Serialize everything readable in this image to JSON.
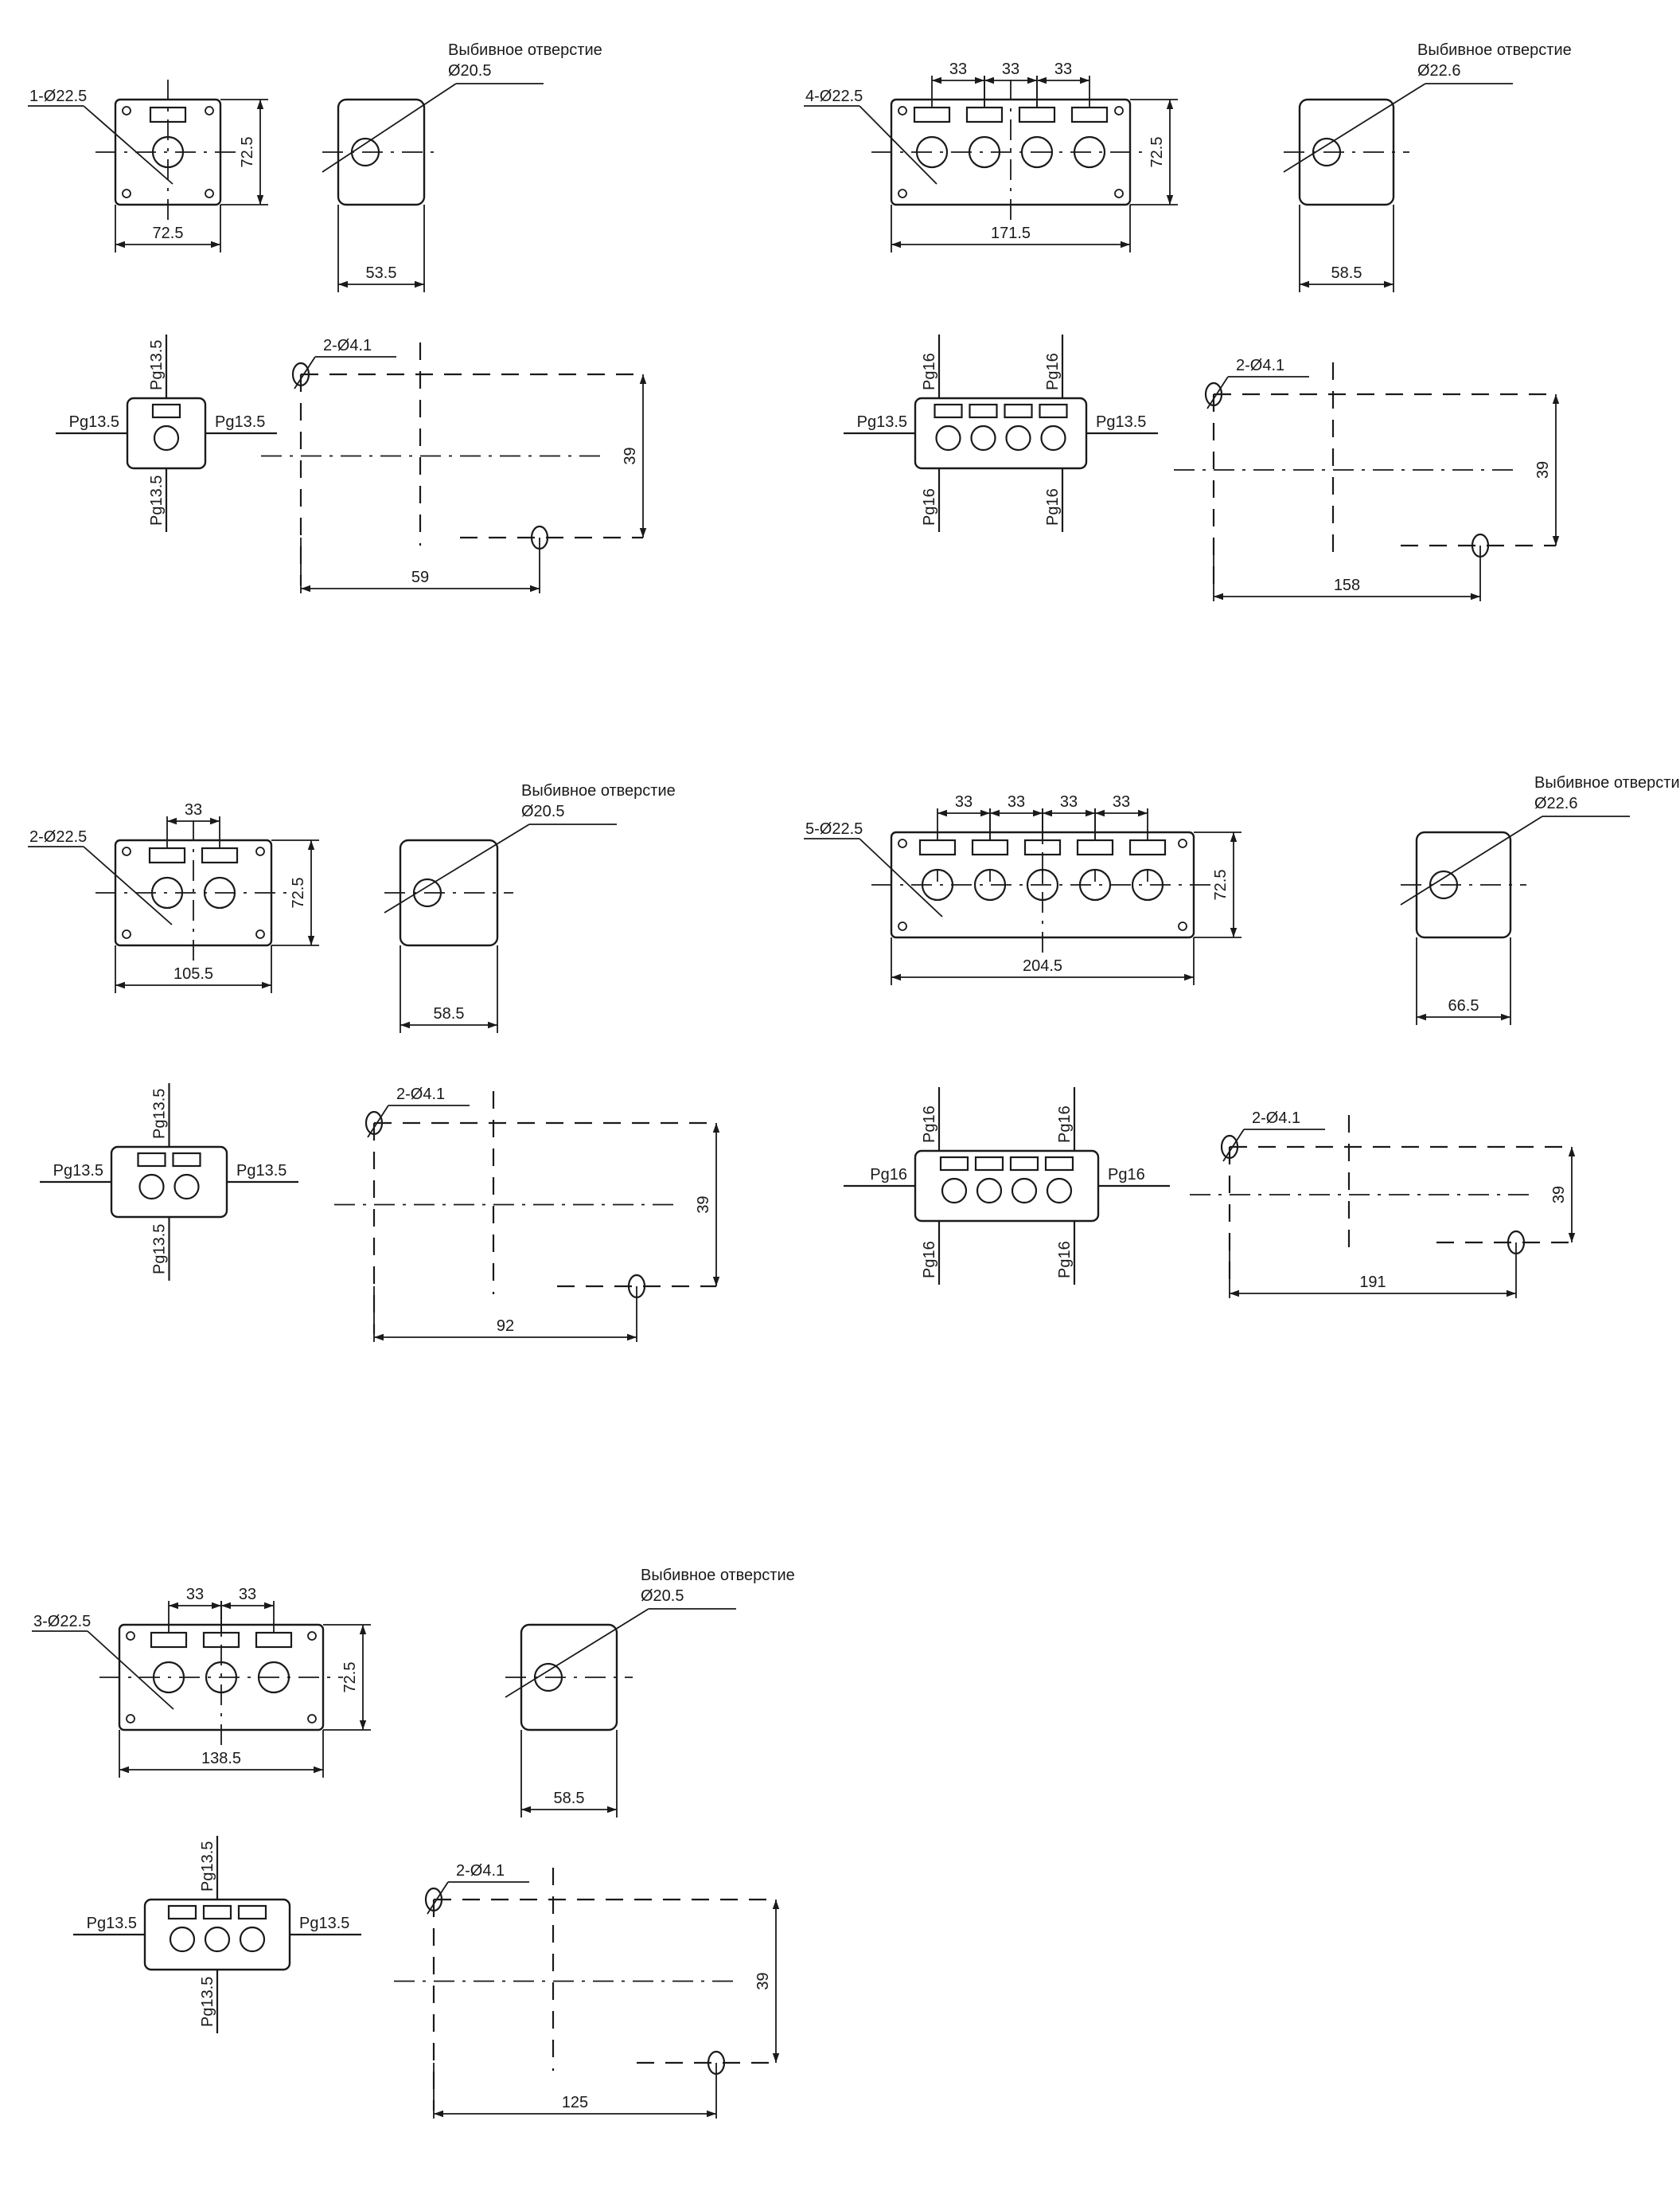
{
  "knockout_label": "Выбивное отверстие",
  "gland_pg135": "Pg13.5",
  "gland_pg16": "Pg16",
  "mount_holes": "2-Ø4.1",
  "mount_height": "39",
  "box_height": "72.5",
  "spacing": "33",
  "boxes": [
    {
      "id": "1",
      "holes": "1-Ø22.5",
      "width": "72.5",
      "depth": "53.5",
      "knockout": "Ø20.5",
      "mount_width": "59"
    },
    {
      "id": "2",
      "holes": "2-Ø22.5",
      "width": "105.5",
      "depth": "58.5",
      "knockout": "Ø20.5",
      "mount_width": "92"
    },
    {
      "id": "3",
      "holes": "3-Ø22.5",
      "width": "138.5",
      "depth": "58.5",
      "knockout": "Ø20.5",
      "mount_width": "125"
    },
    {
      "id": "4",
      "holes": "4-Ø22.5",
      "width": "171.5",
      "depth": "58.5",
      "knockout": "Ø22.6",
      "mount_width": "158"
    },
    {
      "id": "5",
      "holes": "5-Ø22.5",
      "width": "204.5",
      "depth": "66.5",
      "knockout": "Ø22.6",
      "mount_width": "191"
    }
  ]
}
